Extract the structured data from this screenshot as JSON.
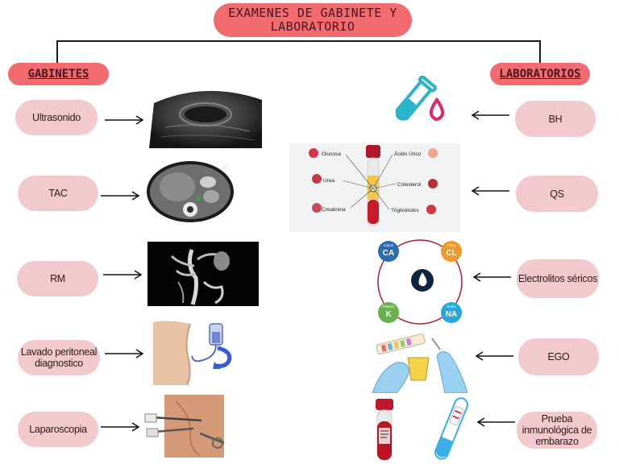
{
  "title": "EXAMENES DE GABINETE Y LABORATORIO",
  "gabinetes": {
    "label": "GABINETES",
    "items": [
      "Ultrasonido",
      "TAC",
      "RM",
      "Lavado peritoneal diagnostico",
      "Laparoscopia"
    ]
  },
  "laboratorios": {
    "label": "LABORATORIOS",
    "items": [
      "BH",
      "QS",
      "Electrolitos séricos",
      "EGO",
      "Prueba inmunológica de embarazo"
    ]
  },
  "qs_labels": [
    "Glucosa",
    "Ácido Úrico",
    "Urea",
    "Colesterol",
    "Creatinina",
    "Triglicéridos"
  ],
  "electrolytes": [
    {
      "name": "Calcio",
      "symbol": "CA",
      "color": "#2b6cb0"
    },
    {
      "name": "Cloro",
      "symbol": "CL",
      "color": "#ed9a2a"
    },
    {
      "name": "Potasio",
      "symbol": "K",
      "color": "#6ab04c"
    },
    {
      "name": "Sodio",
      "symbol": "NA",
      "color": "#2aa6df"
    }
  ]
}
